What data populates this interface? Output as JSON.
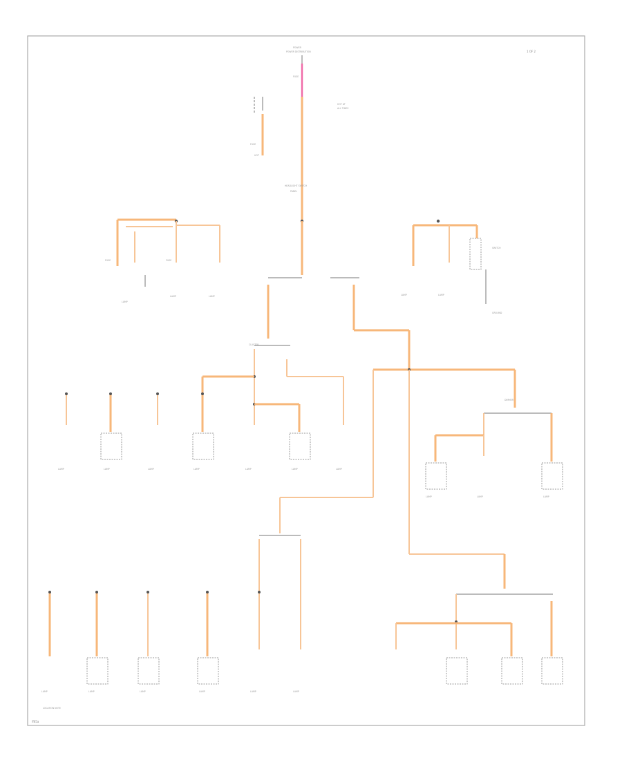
{
  "diagram": {
    "page_label": "1 OF 2",
    "figure_id": "ff65a",
    "footer_note": "LOCATION NOTE",
    "top_source": "POWER DISTRIBUTION",
    "hot_labels": [
      "HOT AT",
      "ALL TIMES"
    ],
    "labels": {
      "source_upper": "POWER",
      "source_lower": "DIST.",
      "fuse_main": "FUSE",
      "fuse_left_1": "FUSE",
      "fuse_left_2": "FUSE",
      "fuse_left_3": "FUSE",
      "hot": "HOT",
      "switch_main": "HEADLIGHT SWITCH",
      "switch_sub": "PANEL",
      "sw_right": "SWITCH",
      "cluster": "CLUSTER",
      "dimmer": "DIMMER",
      "ground": "GROUND"
    },
    "components": [
      "LAMP",
      "LAMP",
      "LAMP",
      "LAMP",
      "LAMP",
      "LAMP",
      "LAMP",
      "LAMP",
      "LAMP",
      "LAMP",
      "LAMP",
      "LAMP",
      "LAMP",
      "LAMP",
      "LAMP",
      "LAMP",
      "LAMP",
      "LAMP",
      "LAMP",
      "LAMP",
      "LAMP"
    ]
  }
}
